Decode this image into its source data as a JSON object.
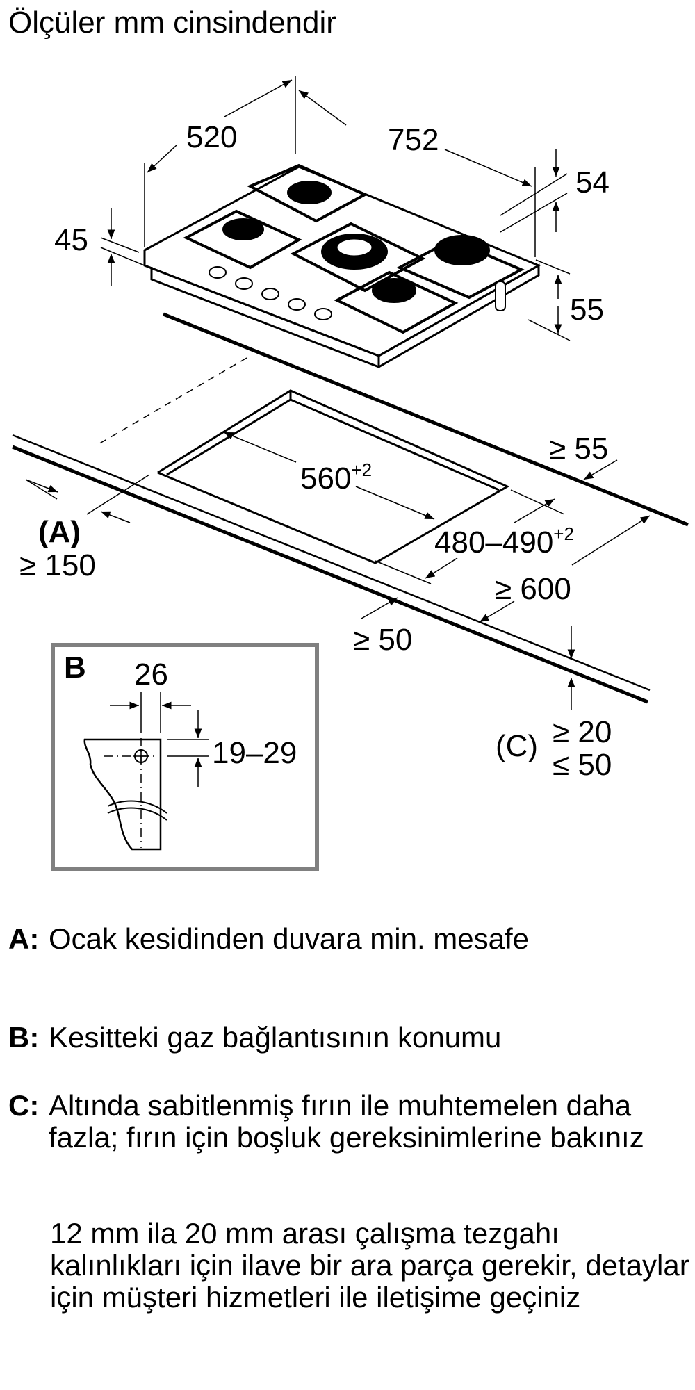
{
  "title": "Ölçüler mm cinsindendir",
  "dimensions": {
    "depth": "520",
    "width": "752",
    "height_front": "45",
    "height_back": "54",
    "gas_pipe_height": "55",
    "cutout_width": "560",
    "cutout_width_tol": "+2",
    "cutout_depth": "480–490",
    "cutout_depth_tol": "+2",
    "back_distance": "≥ 55",
    "worktop_depth": "≥ 600",
    "front_distance": "≥ 50",
    "wall_distance_label": "(A)",
    "wall_distance": "≥ 150",
    "thickness_label": "(C)",
    "thickness_min": "≥ 20",
    "thickness_max": "≤ 50"
  },
  "detail_b": {
    "label": "B",
    "offset_x": "26",
    "offset_y": "19–29"
  },
  "legend": [
    {
      "key": "A:",
      "text": "Ocak kesidinden duvara min. mesafe"
    },
    {
      "key": "B:",
      "text": "Kesitteki gaz bağlantısının konumu"
    },
    {
      "key": "C:",
      "text": "Altında sabitlenmiş fırın ile muhtemelen daha fazla; fırın için boşluk gereksinimlerine bakınız"
    }
  ],
  "note": "12 mm ila 20 mm arası çalışma tezgahı kalınlıkları için ilave bir ara parça gerekir, detaylar için müşteri hizmetleri ile iletişime geçiniz",
  "colors": {
    "line": "#000000",
    "detail_frame": "#808080",
    "background": "#ffffff"
  }
}
